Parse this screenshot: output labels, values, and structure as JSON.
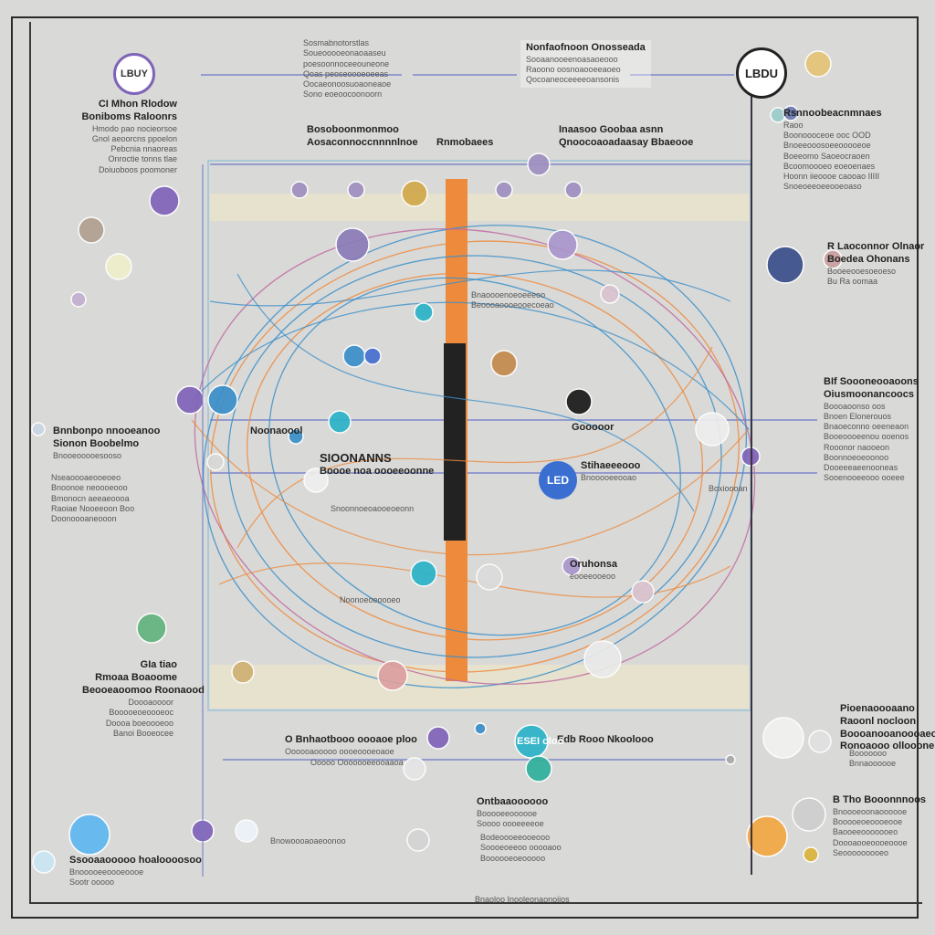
{
  "colors": {
    "background": "#d9d9d7",
    "orange": "#ee8a3c",
    "blue": "#3b8fc9",
    "purple": "#7f63b8",
    "teal": "#2bb3c7",
    "dark": "#222222"
  },
  "top_left_badge": "LBUY",
  "top_right_badge": "LBDU",
  "center_label": "LED",
  "labels": {
    "tl1": [
      "CI Mhon Rlodow",
      "Boniboms Raloonrs",
      "Hmodo pao nocieorsoe",
      "Gnol aeoorcns ppoelon",
      "Pebcnia nnaoreas",
      "Onroctie tonns tlae",
      "Doiuoboos poomoner"
    ],
    "tc1": [
      "Sosmabnotorstlas",
      "Soueooooeonaoaaseu",
      "poesoonnoceeouneone",
      "Qoas peoseoooeoeeas",
      "Oocaeonoosuoaoneaoe",
      "Sono eoeoocoonoorn"
    ],
    "tc2": [
      "Nonfaofnoon Onosseada",
      "Sooaanooeenoasaoeooo",
      "Raoono oosnoaooeeaoeo",
      "Qocoaneoceeeeoansonis"
    ],
    "t2l": [
      "Bosoboonmonmoo",
      "Aosaconnoccnnnnlnoe"
    ],
    "t2m": "Rnmobaees",
    "t2r": [
      "Inaasoo Goobaa asnn",
      "Qnoocoaoadaasay Bbaeooe"
    ],
    "r1": [
      "Rsnnoobeacnmnaes",
      "Raoo",
      "Boonoooceoe ooc OOD",
      "Bnoeeooosoeeooooeoe",
      "Boeeomo Saoeocraoen",
      "Bcoomoooeo eoeoenaes",
      "Hoonn iieoooe caooao IIIII",
      "Snoeoeeoeeooeoaso"
    ],
    "r2": [
      "R Laoconnor Olnaor",
      "Boedea Ohonans",
      "Booeeooesoeoeso",
      "Bu Ra oomaa"
    ],
    "r3": [
      "BIf Soooneooaoons",
      "Oiusmoonancoocs",
      "Boooaoonso oos",
      "Bnoen Elonerouos",
      "Bnaoeconno oeeneaon",
      "Booeoooeenou ooenos",
      "Rooonor naooeon",
      "Boonnoeoeoonoo",
      "Dooeeeaeenooneas",
      "Sooenooeeooo ooeee"
    ],
    "l2": [
      "Bnnbonpo nnooeanoo",
      "Sionon Boobelmo",
      "Bnooeooooesooso"
    ],
    "l3": [
      "Nseaoooaeooeoeo",
      "Bnoonoe neoooeooo",
      "Bmonocn aeeaeoooa",
      "Raoiae Nooeeoon Boo",
      "Doonoooaneooon"
    ],
    "c1": [
      "SIOONANNS",
      "Boooe noa oooeeoonne"
    ],
    "c2": "Snoonnoeoaooeoeonn",
    "c3": "Noonaoool",
    "c4": [
      "Bnaoooenoeoeeeoo",
      "Beoooaoooeooecoeao"
    ],
    "c5": [
      "Stihaeeeooo",
      "Bnooooeeooao"
    ],
    "c6": "Boxioooan",
    "c7": [
      "Oruhonsa",
      "eooeeooeoo"
    ],
    "c8": "Gooooor",
    "c9": "Noonoeoeoooeo",
    "bl1": [
      "GIa tiao",
      "Rmoaa Boaoome",
      "Beooeaoomoo Roonaood"
    ],
    "bl2": [
      "Doooaoooor",
      "Booooeoeoooeoc",
      "Doooa boeoooeoo",
      "Banoi Booeocee"
    ],
    "bl3": [
      "Ssooaaooooo hoaloooosoo",
      "Bnooooeeoooeoooe",
      "Sootr ooooo"
    ],
    "bc1": [
      "O Bnhaotbooo oooaoe ploo",
      "Oooooaooooo  oooeoooeoaoe"
    ],
    "bc2": "Ooooo Ooooooeeooaaoa",
    "bc3": [
      "Ontbaaoooooo",
      "Booooeeoooooe",
      "Soooo oooeeeeoe"
    ],
    "bc4": [
      "Bodeoooeeooeooo",
      "Soooeoeeoo ooooaoo",
      "Boooooeoeooooo"
    ],
    "bc5": "Bnowoooaoaeoonoo",
    "br1": [
      "Pioenaoooaano",
      "Raoonl  nocloon",
      "Boooanooanoooaeo",
      "Ronoaooo ollooone"
    ],
    "br2": [
      "Booooooo",
      "Bnnaoooooe"
    ],
    "br3": [
      "B Tho Booonnnoos",
      "Bnoooeoonaoooooe",
      "Booooeoeoooeooe",
      "Baooeeooooooeo",
      "Doooaooeoooeoooe",
      "Seooooooooeo"
    ],
    "bc6": "Edb Rooo Nkoolooo",
    "bc7": "ESEI oloo",
    "footer": "Bnaoloo Inooleonaonoiios"
  }
}
